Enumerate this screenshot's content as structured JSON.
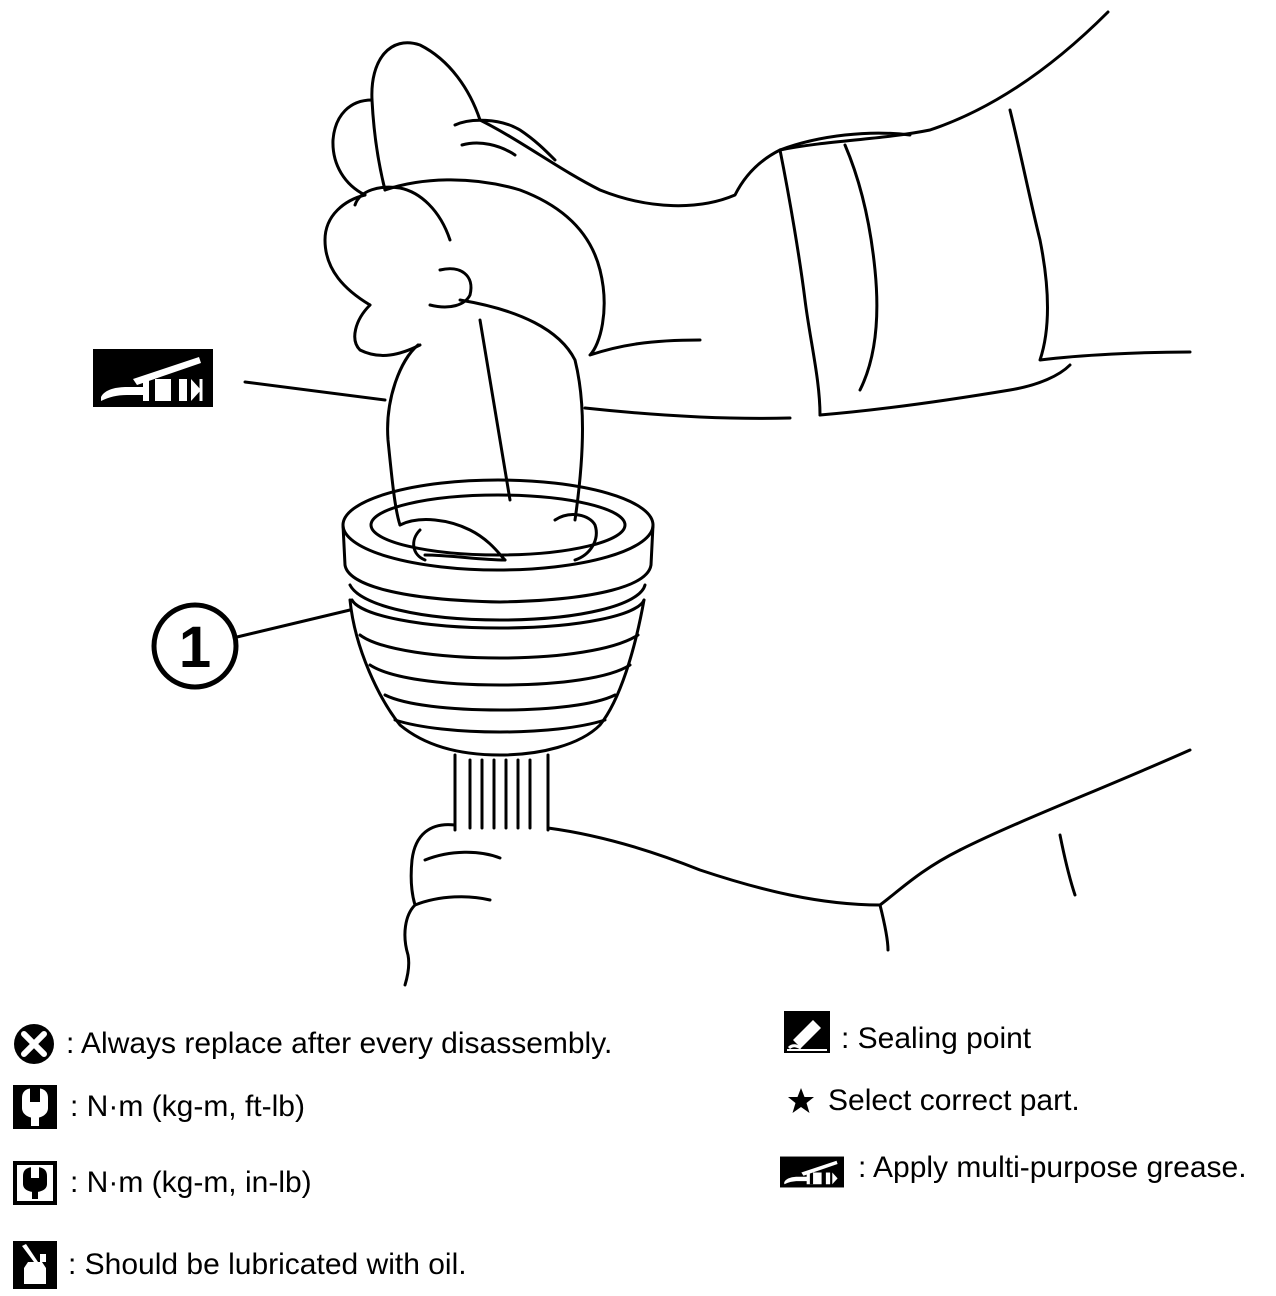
{
  "diagram": {
    "callout": "1"
  },
  "legend": {
    "replace": {
      "icon": "x-circle-icon",
      "text": ": Always replace after every disassembly."
    },
    "torque_ft": {
      "icon": "wrench-torque-icon",
      "text": ": N·m (kg-m, ft-lb)"
    },
    "torque_in": {
      "icon": "wrench-torque-small-icon",
      "text": ": N·m (kg-m, in-lb)"
    },
    "oil": {
      "icon": "oil-can-icon",
      "text": ": Should be lubricated with oil."
    },
    "sealing": {
      "icon": "sealant-tube-icon",
      "text": ": Sealing point"
    },
    "select": {
      "icon": "star-icon",
      "text": "Select correct part."
    },
    "grease": {
      "icon": "grease-gun-icon",
      "text": ": Apply multi-purpose grease."
    }
  },
  "colors": {
    "ink": "#000000",
    "paper": "#ffffff"
  }
}
